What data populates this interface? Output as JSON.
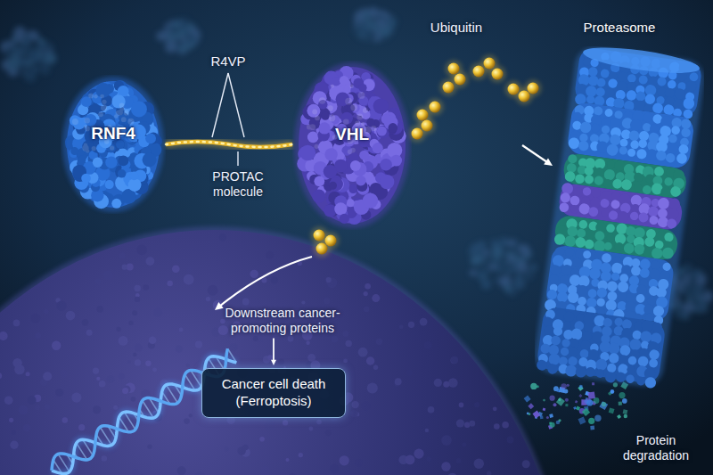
{
  "diagram": {
    "nodes": [
      {
        "text": [
          "RNF4"
        ]
      },
      {
        "text": [
          "VHL"
        ]
      },
      {
        "text": [
          "Proteasome"
        ]
      },
      {
        "text": [
          "Cancer cell death (Ferroptosis)"
        ]
      }
    ],
    "edges": [
      {
        "from": 0,
        "to": 1,
        "arrow": "none"
      }
    ],
    "labels": [
      "R4VP",
      "PROTAC molecule",
      "Ubiquitin",
      "Downstream cancer-promoting proteins",
      "Protein degradation"
    ]
  }
}
